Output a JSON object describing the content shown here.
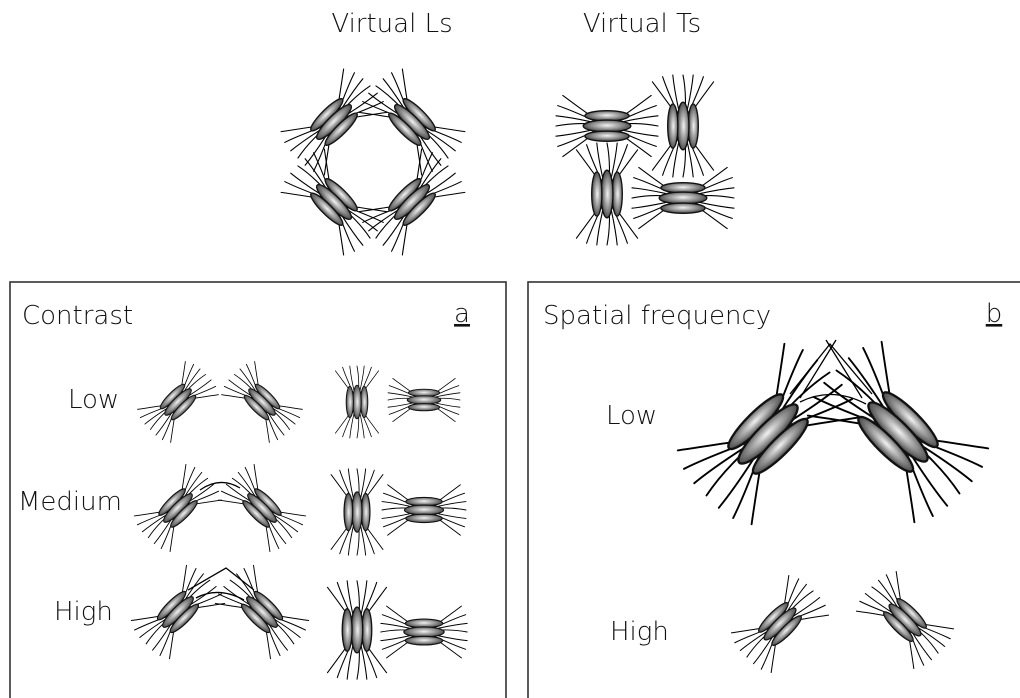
{
  "top": {
    "virtual_ls_label": "Virtual Ls",
    "virtual_ts_label": "Virtual Ts"
  },
  "panel_a": {
    "title": "Contrast",
    "tag": "a",
    "rows": [
      {
        "label": "Low",
        "bridge": "none"
      },
      {
        "label": "Medium",
        "bridge": "partial"
      },
      {
        "label": "High",
        "bridge": "full"
      }
    ]
  },
  "panel_b": {
    "title": "Spatial frequency",
    "tag": "b",
    "rows": [
      {
        "label": "Low",
        "bridge": "full"
      },
      {
        "label": "High",
        "bridge": "none"
      }
    ]
  }
}
